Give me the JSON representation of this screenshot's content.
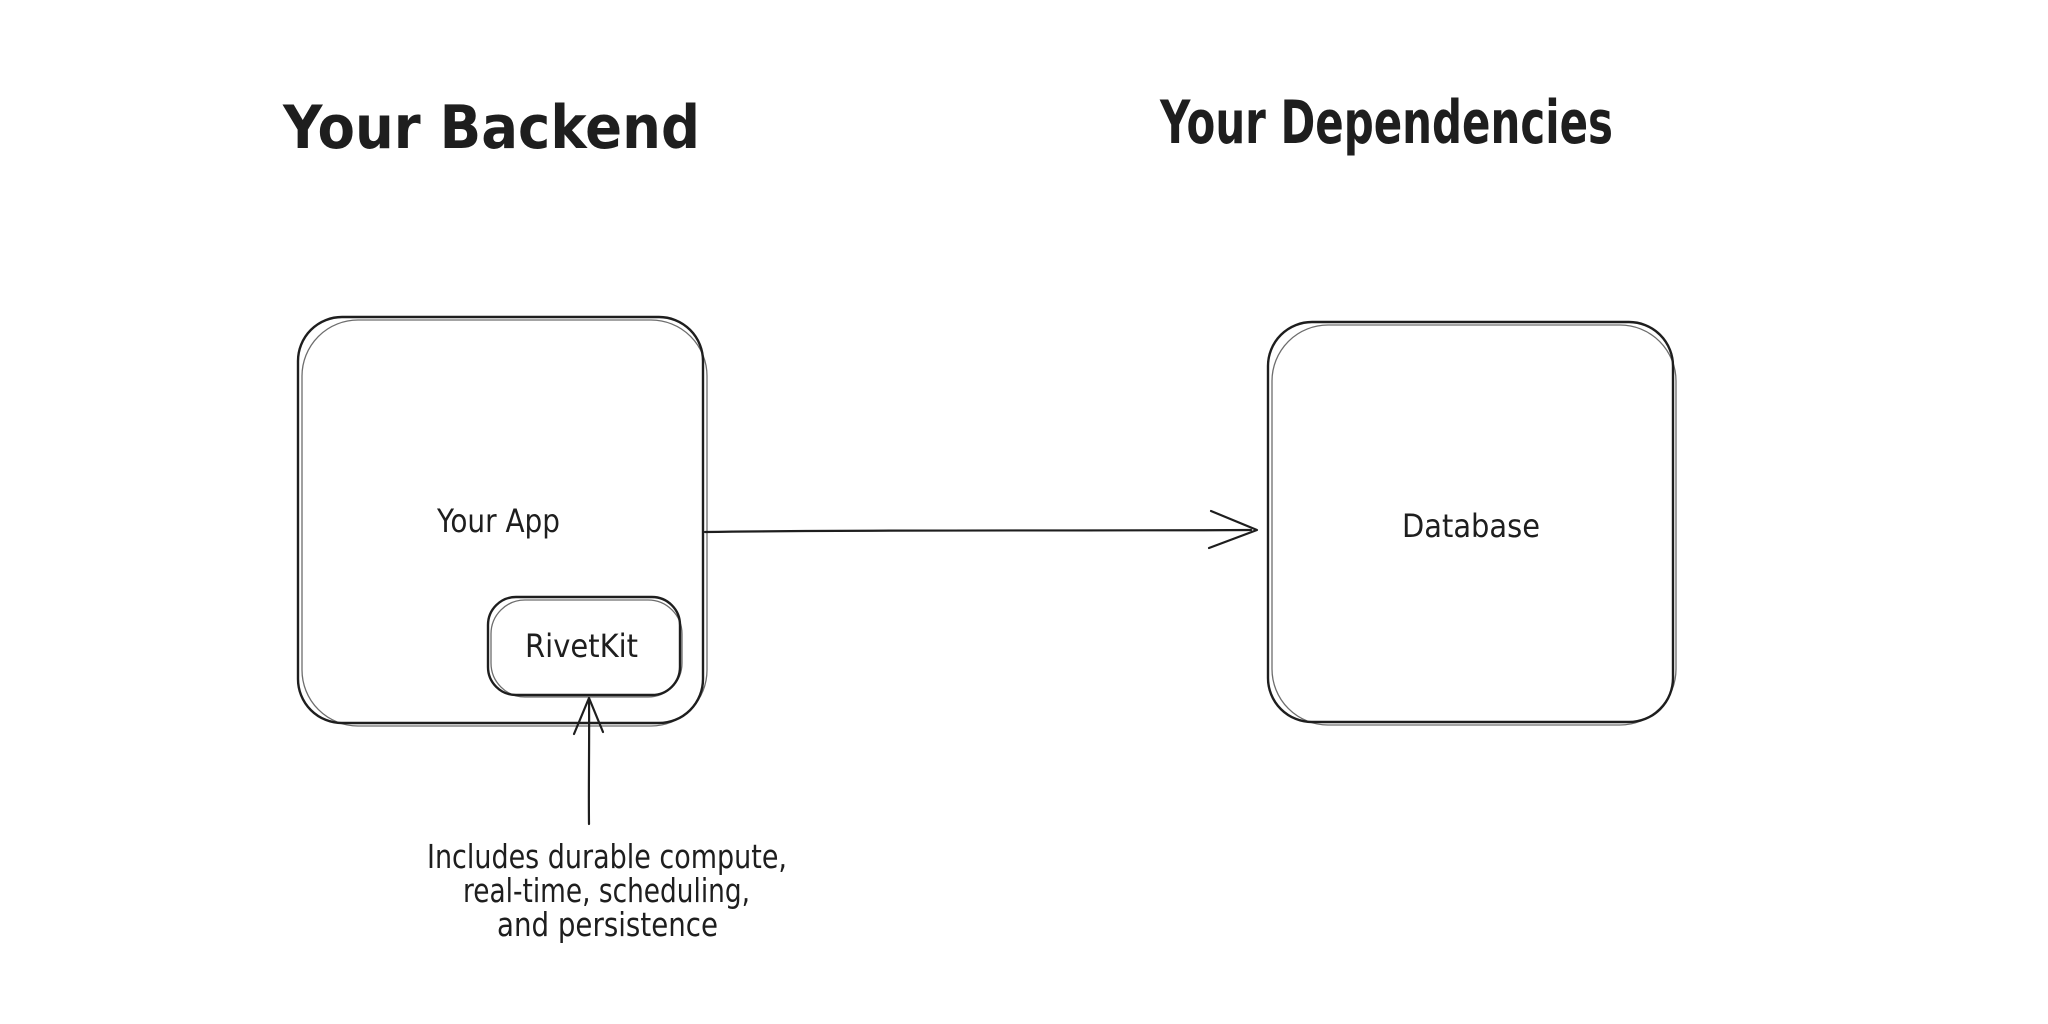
{
  "canvas": {
    "background_color": "#ffffff",
    "ink_color": "#1e1e1e",
    "style": "hand-drawn-sketch"
  },
  "titles": {
    "backend": "Your Backend",
    "dependencies": "Your Dependencies"
  },
  "nodes": {
    "your_app": {
      "label": "Your App"
    },
    "rivetkit": {
      "label": "RivetKit"
    },
    "database": {
      "label": "Database"
    }
  },
  "edges": {
    "app_to_database": {
      "from": "Your App",
      "to": "Database",
      "direction": "right"
    },
    "note_to_rivetkit": {
      "from": "annotation",
      "to": "RivetKit",
      "direction": "up"
    }
  },
  "annotation": {
    "line1": "Includes durable compute,",
    "line2": "real-time, scheduling,",
    "line3": "and persistence"
  }
}
